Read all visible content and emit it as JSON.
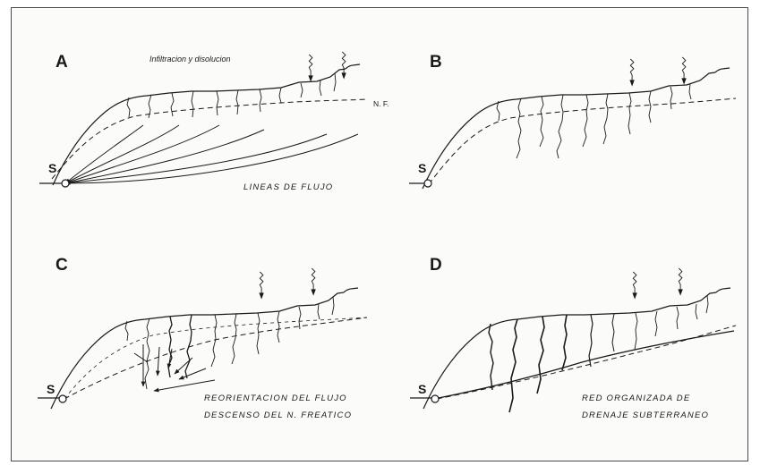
{
  "panels": [
    {
      "letter": "A",
      "top_caption": "Infiltracion y disolucion",
      "nf_label": "N. F.",
      "caption_lines": [
        "LINEAS DE FLUJO"
      ]
    },
    {
      "letter": "B",
      "caption_lines": []
    },
    {
      "letter": "C",
      "caption_lines": [
        "REORIENTACION DEL FLUJO",
        "DESCENSO DEL N. FREATICO"
      ]
    },
    {
      "letter": "D",
      "caption_lines": [
        "RED ORGANIZADA DE",
        "DRENAJE SUBTERRANEO"
      ]
    }
  ],
  "spring_label": "S",
  "colors": {
    "ink": "#1a1a1a",
    "frame": "#4a4a4a",
    "background": "#fbfbfa"
  }
}
